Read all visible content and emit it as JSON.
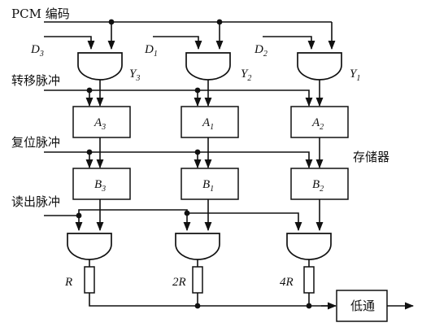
{
  "inputs": {
    "pcm": "PCM 编码",
    "transfer": "转移脉冲",
    "reset": "复位脉冲",
    "read": "读出脉冲"
  },
  "data_inputs": [
    {
      "main": "D",
      "sub": "3"
    },
    {
      "main": "D",
      "sub": "1"
    },
    {
      "main": "D",
      "sub": "2"
    }
  ],
  "gate_outputs": [
    {
      "main": "Y",
      "sub": "3"
    },
    {
      "main": "Y",
      "sub": "2"
    },
    {
      "main": "Y",
      "sub": "1"
    }
  ],
  "register_a": [
    {
      "main": "A",
      "sub": "3"
    },
    {
      "main": "A",
      "sub": "1"
    },
    {
      "main": "A",
      "sub": "2"
    }
  ],
  "register_b": [
    {
      "main": "B",
      "sub": "3"
    },
    {
      "main": "B",
      "sub": "1"
    },
    {
      "main": "B",
      "sub": "2"
    }
  ],
  "storage_label": "存储器",
  "resistors": [
    "R",
    "2R",
    "4R"
  ],
  "lowpass_label": "低通"
}
